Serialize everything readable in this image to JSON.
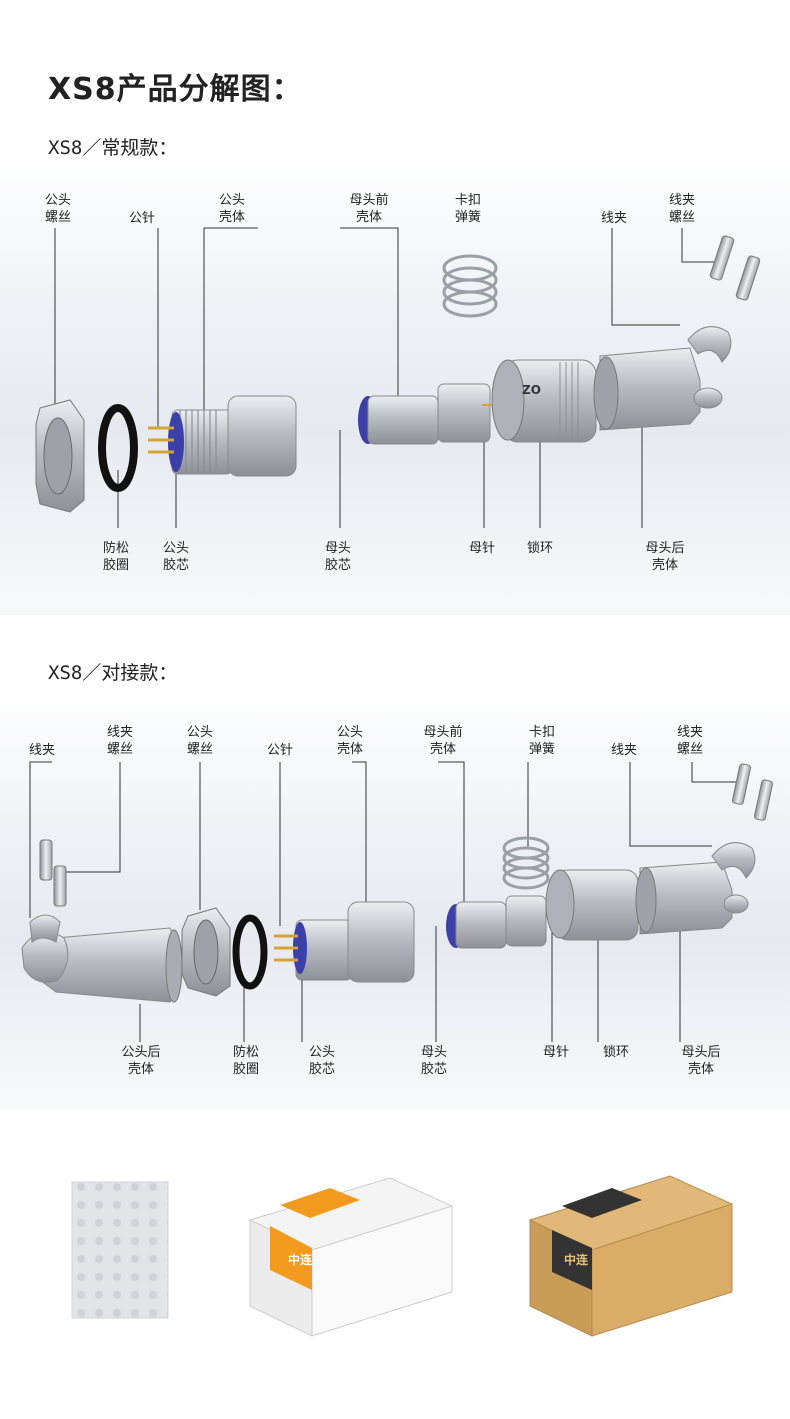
{
  "title": "XS8产品分解图：",
  "section1": {
    "subtitle": "XS8／常规款：",
    "labels": {
      "male_screw": [
        "公头",
        "螺丝"
      ],
      "male_pin": "公针",
      "male_shell": [
        "公头",
        "壳体"
      ],
      "female_front_shell": [
        "母头前",
        "壳体"
      ],
      "clip_spring": [
        "卡扣",
        "弹簧"
      ],
      "clamp": "线夹",
      "clamp_screw": [
        "线夹",
        "螺丝"
      ],
      "anti_loose_ring": [
        "防松",
        "胶圈"
      ],
      "male_insulator": [
        "公头",
        "胶芯"
      ],
      "female_insulator": [
        "母头",
        "胶芯"
      ],
      "female_pin": "母针",
      "lock_ring": "锁环",
      "female_rear_shell": [
        "母头后",
        "壳体"
      ]
    }
  },
  "section2": {
    "subtitle": "XS8／对接款：",
    "labels": {
      "clamp_left": "线夹",
      "clamp_screw_left": [
        "线夹",
        "螺丝"
      ],
      "male_screw": [
        "公头",
        "螺丝"
      ],
      "male_pin": "公针",
      "male_shell": [
        "公头",
        "壳体"
      ],
      "female_front_shell": [
        "母头前",
        "壳体"
      ],
      "clip_spring": [
        "卡扣",
        "弹簧"
      ],
      "clamp_right": "线夹",
      "clamp_screw_right": [
        "线夹",
        "螺丝"
      ],
      "male_rear_shell": [
        "公头后",
        "壳体"
      ],
      "anti_loose_ring": [
        "防松",
        "胶圈"
      ],
      "male_insulator": [
        "公头",
        "胶芯"
      ],
      "female_insulator": [
        "母头",
        "胶芯"
      ],
      "female_pin": "母针",
      "lock_ring": "锁环",
      "female_rear_shell": [
        "母头后",
        "壳体"
      ]
    }
  },
  "packaging": {
    "box_brand": "中连"
  },
  "colors": {
    "metal": "#c9ccd1",
    "gold": "#d4a437",
    "insulator": "#3b3fa8",
    "box_orange": "#f29a1e",
    "kraft": "#d3a765"
  }
}
